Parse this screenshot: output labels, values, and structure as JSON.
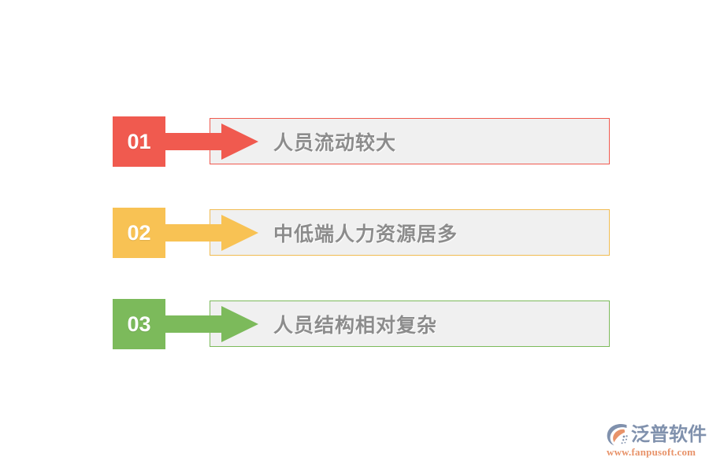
{
  "slide": {
    "background_color": "#ffffff",
    "panel_fill": "#f0f0f0",
    "text_color": "#8c8c8c"
  },
  "items": [
    {
      "number": "01",
      "label": "人员流动较大",
      "color": "#f05a4f",
      "border_color": "#f05a4f",
      "icon": "arrow-right-icon"
    },
    {
      "number": "02",
      "label": "中低端人力资源居多",
      "color": "#f8c254",
      "border_color": "#f0bc52",
      "icon": "arrow-right-icon"
    },
    {
      "number": "03",
      "label": "人员结构相对复杂",
      "color": "#7cba5b",
      "border_color": "#7cba5b",
      "icon": "arrow-right-icon"
    }
  ],
  "logo": {
    "name": "泛普软件",
    "url": "www.fanpusoft.com",
    "mark": "fanpu-c-mark-icon",
    "name_color": "#8091ad",
    "url_color": "#e8936a",
    "mark_color": "#8091ad",
    "mark_accent_color": "#e8936a"
  }
}
